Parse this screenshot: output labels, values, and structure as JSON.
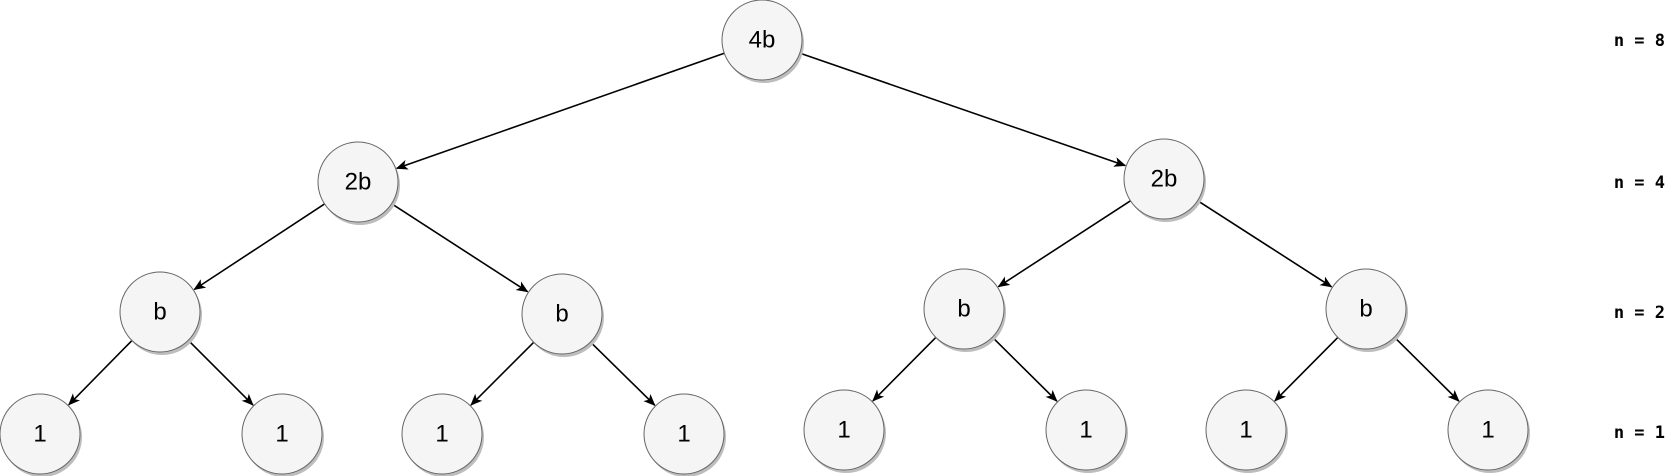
{
  "nodes": [
    {
      "id": "root",
      "label": "4b",
      "level": 0
    },
    {
      "id": "l1a",
      "label": "2b",
      "level": 1
    },
    {
      "id": "l1b",
      "label": "2b",
      "level": 1
    },
    {
      "id": "l2a",
      "label": "b",
      "level": 2
    },
    {
      "id": "l2b",
      "label": "b",
      "level": 2
    },
    {
      "id": "l2c",
      "label": "b",
      "level": 2
    },
    {
      "id": "l2d",
      "label": "b",
      "level": 2
    },
    {
      "id": "l3a",
      "label": "1",
      "level": 3
    },
    {
      "id": "l3b",
      "label": "1",
      "level": 3
    },
    {
      "id": "l3c",
      "label": "1",
      "level": 3
    },
    {
      "id": "l3d",
      "label": "1",
      "level": 3
    },
    {
      "id": "l3e",
      "label": "1",
      "level": 3
    },
    {
      "id": "l3f",
      "label": "1",
      "level": 3
    },
    {
      "id": "l3g",
      "label": "1",
      "level": 3
    },
    {
      "id": "l3h",
      "label": "1",
      "level": 3
    }
  ],
  "edges": [
    [
      "root",
      "l1a"
    ],
    [
      "root",
      "l1b"
    ],
    [
      "l1a",
      "l2a"
    ],
    [
      "l1a",
      "l2b"
    ],
    [
      "l1b",
      "l2c"
    ],
    [
      "l1b",
      "l2d"
    ],
    [
      "l2a",
      "l3a"
    ],
    [
      "l2a",
      "l3b"
    ],
    [
      "l2b",
      "l3c"
    ],
    [
      "l2b",
      "l3d"
    ],
    [
      "l2c",
      "l3e"
    ],
    [
      "l2c",
      "l3f"
    ],
    [
      "l2d",
      "l3g"
    ],
    [
      "l2d",
      "l3h"
    ]
  ],
  "level_labels": [
    {
      "level": 0,
      "text": "n = 8"
    },
    {
      "level": 1,
      "text": "n = 4"
    },
    {
      "level": 2,
      "text": "n = 2"
    },
    {
      "level": 3,
      "text": "n = 1"
    }
  ]
}
